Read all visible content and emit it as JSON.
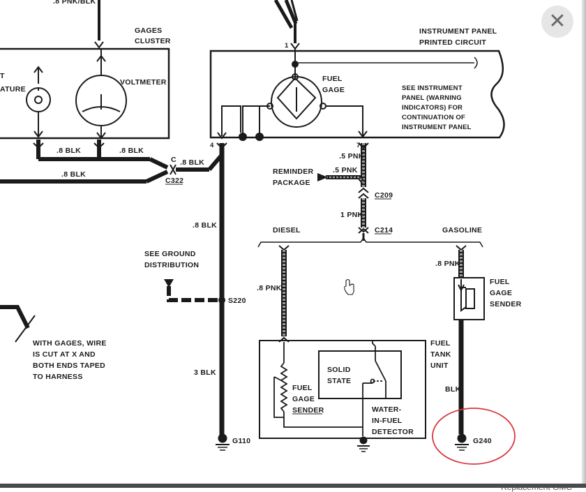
{
  "viewer": {
    "close_icon": "close-icon",
    "close_glyph": "✕",
    "footer_text": "Replacement GMC"
  },
  "diagram": {
    "top_cut_label": ".8 PNK/BLK",
    "gages_cluster": [
      "GAGES",
      "CLUSTER"
    ],
    "temp_gage": [
      "T",
      "ATURE"
    ],
    "voltmeter": "VOLTMETER",
    "instrument_panel": [
      "INSTRUMENT PANEL",
      "PRINTED CIRCUIT"
    ],
    "fuel_gage": [
      "FUEL",
      "GAGE"
    ],
    "see_panel_note": [
      "SEE INSTRUMENT",
      "PANEL (WARNING",
      "INDICATORS) FOR",
      "CONTINUATION OF",
      "INSTRUMENT PANEL"
    ],
    "pin_1": "1",
    "pin_4": "4",
    "pin_7": "7",
    "wire_08blk_a": ".8 BLK",
    "wire_08blk_b": ".8 BLK",
    "wire_08blk_c": ".8 BLK",
    "wire_08blk_d": ".8 BLK",
    "wire_08blk_e": ".8 BLK",
    "connector_c": "C",
    "c322": "C322",
    "wire_05pnk_a": ".5 PNK",
    "reminder_package": [
      "REMINDER",
      "PACKAGE"
    ],
    "wire_05pnk_b": ".5 PNK",
    "c209": "C209",
    "wire_1pnk": "1 PNK",
    "c214": "C214",
    "diesel": "DIESEL",
    "gasoline": "GASOLINE",
    "wire_08pnk_diesel": ".8 PNK",
    "wire_08pnk_gas": ".8 PNK",
    "see_ground": [
      "SEE GROUND",
      "DISTRIBUTION"
    ],
    "s220": "S220",
    "fuel_gage_sender_gas": [
      "FUEL",
      "GAGE",
      "SENDER"
    ],
    "fuel_tank_unit": [
      "FUEL",
      "TANK",
      "UNIT"
    ],
    "with_gages_note": [
      "WITH GAGES, WIRE",
      "IS CUT AT X AND",
      "BOTH ENDS TAPED",
      "TO HARNESS"
    ],
    "wire_3blk": "3 BLK",
    "solid_state": [
      "SOLID",
      "STATE"
    ],
    "fuel_gage_sender_diesel": [
      "FUEL",
      "GAGE",
      "SENDER"
    ],
    "water_in_fuel": [
      "WATER-",
      "IN-FUEL",
      "DETECTOR"
    ],
    "wire_blk": "BLK",
    "g110": "G110",
    "g240": "G240",
    "highlight_color": "#d9363e"
  }
}
